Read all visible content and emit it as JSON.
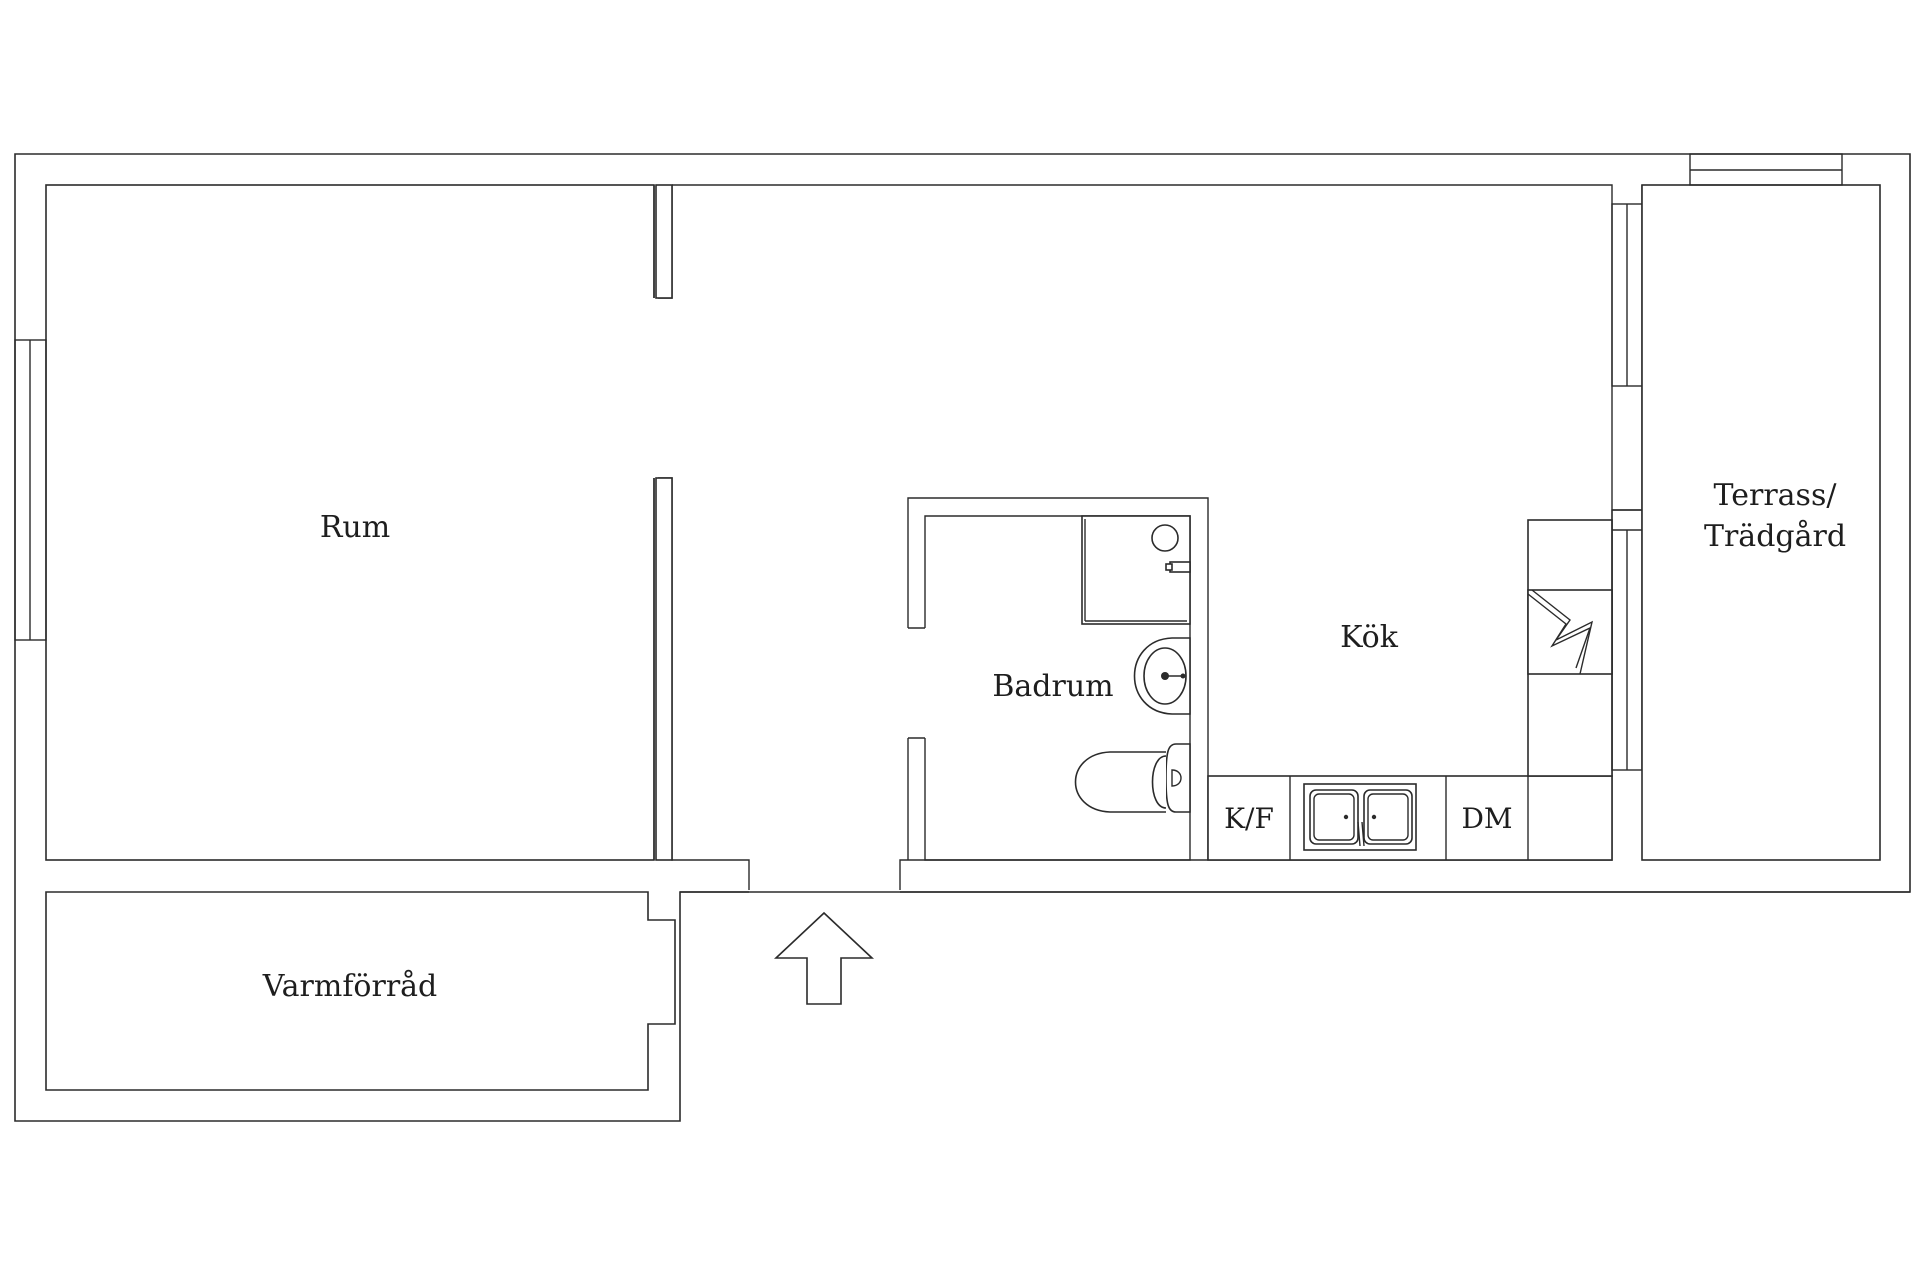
{
  "floor_plan": {
    "rooms": {
      "rum": "Rum",
      "varmforrad": "Varmförråd",
      "badrum": "Badrum",
      "kok": "Kök",
      "terrass_line1": "Terrass/",
      "terrass_line2": "Trädgård"
    },
    "appliances": {
      "kf": "K/F",
      "dm": "DM"
    },
    "icons": {
      "entrance": "arrow-up-icon",
      "shower": "shower-icon",
      "sink": "washbasin-icon",
      "toilet": "toilet-icon",
      "kitchen_sink": "double-sink-icon",
      "chimney": "fireplace-icon"
    },
    "colors": {
      "line": "#2b2b2b",
      "background": "#ffffff"
    }
  }
}
